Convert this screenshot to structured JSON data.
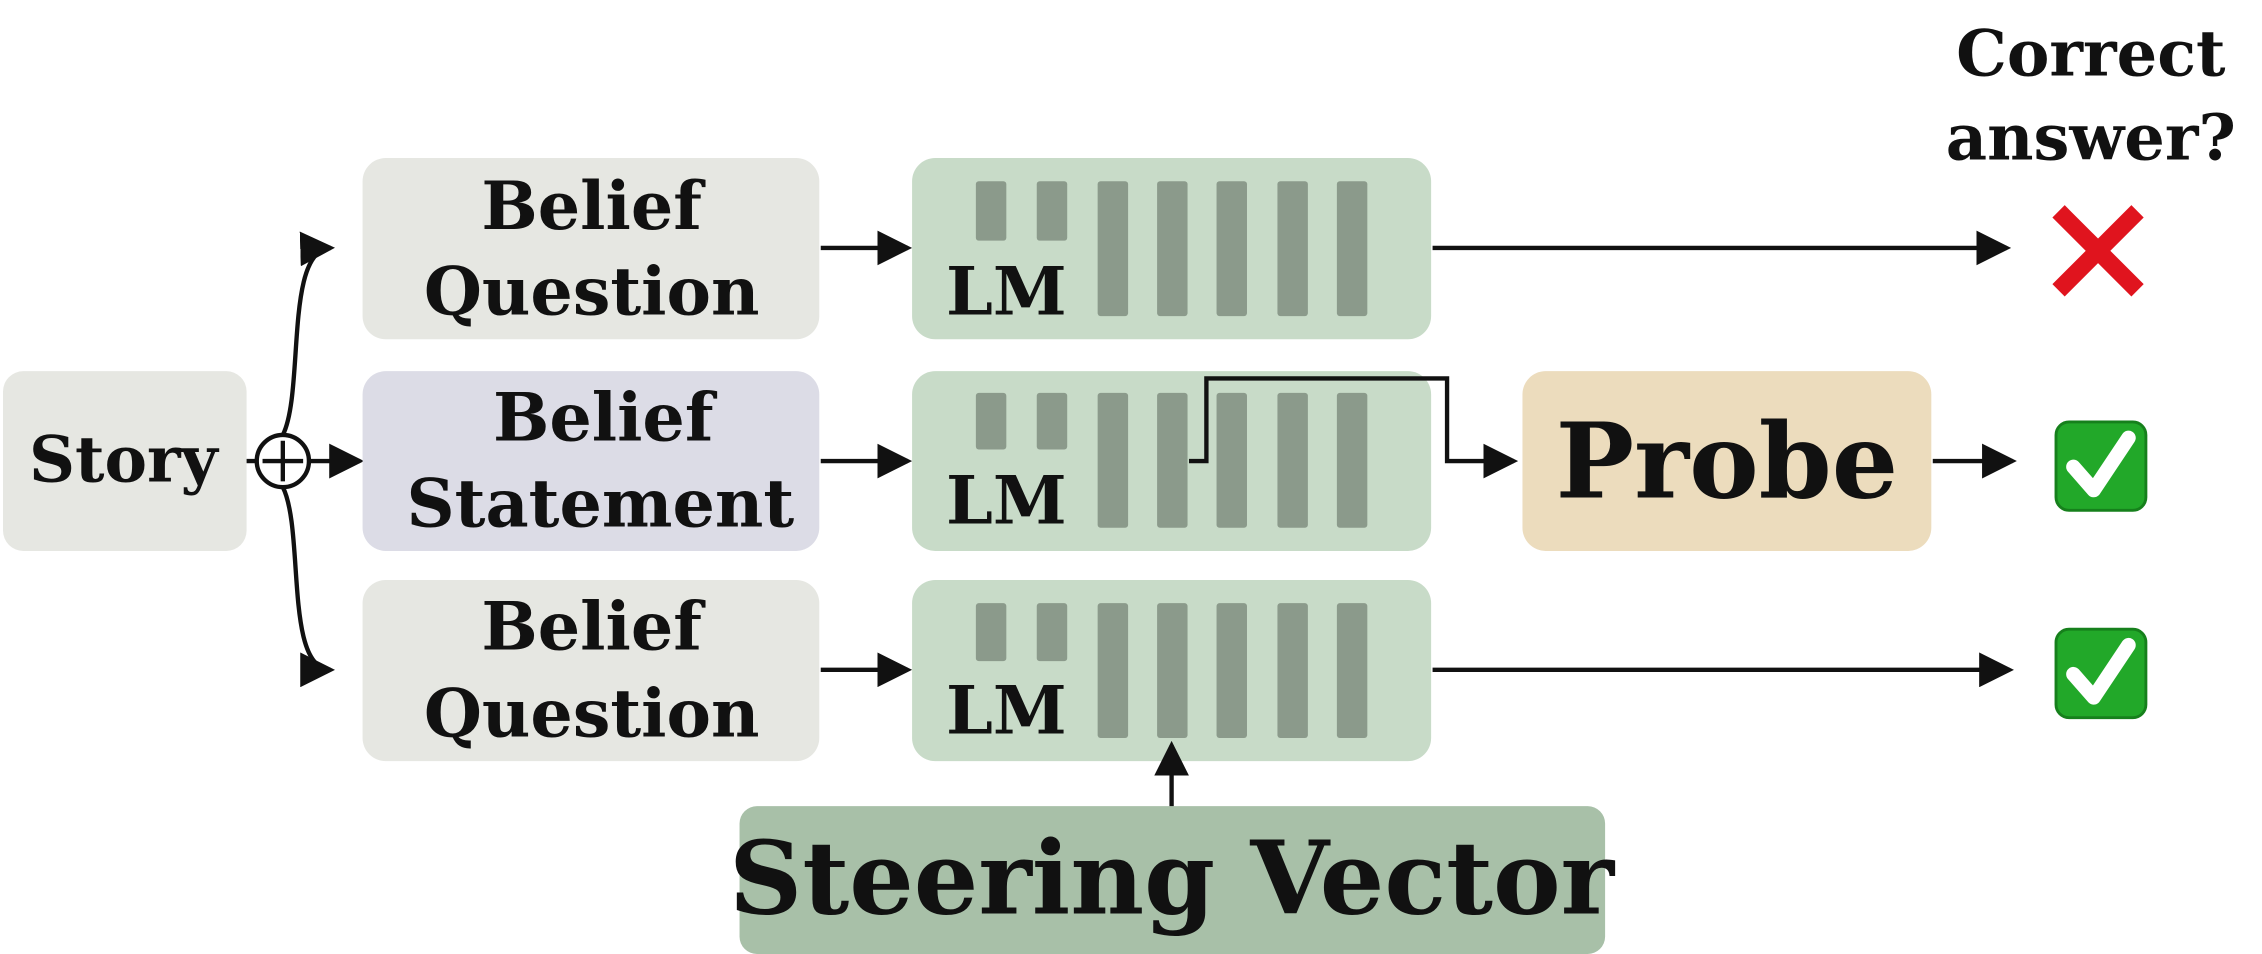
{
  "header": {
    "line1": "Correct",
    "line2": "answer?"
  },
  "story": {
    "label": "Story"
  },
  "rows": [
    {
      "input_line1": "Belief",
      "input_line2": "Question",
      "lm_label": "LM",
      "result": "cross"
    },
    {
      "input_line1": "Belief",
      "input_line2": "Statement",
      "lm_label": "LM",
      "result": "check"
    },
    {
      "input_line1": "Belief",
      "input_line2": "Question",
      "lm_label": "LM",
      "result": "check"
    }
  ],
  "probe": {
    "label": "Probe"
  },
  "steering": {
    "label": "Steering Vector"
  },
  "colors": {
    "story_box": "#e6e7e2",
    "question_box": "#e6e7e2",
    "statement_box": "#dcdce6",
    "lm_box": "#c8dbc8",
    "layer_bar": "#8b9a8b",
    "probe_box": "#ecdcbd",
    "steering_box": "#a8c0a8",
    "cross": "#e0141e",
    "check_bg": "#22a829"
  },
  "icons": {
    "sum": "circled-plus-icon",
    "wrong": "red-cross-icon",
    "correct": "green-check-icon"
  }
}
